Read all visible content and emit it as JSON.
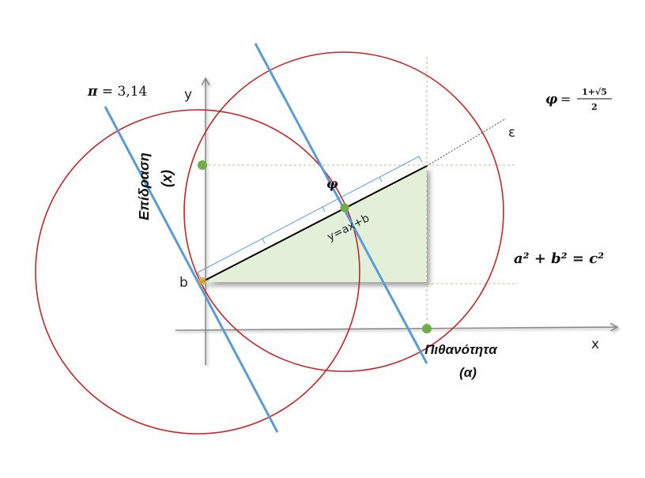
{
  "labels": {
    "y_axis": "y",
    "x_axis": "x",
    "epsilon": "ε",
    "b_point": "b",
    "phi_point": "φ",
    "line_eq": "y=ax+b"
  },
  "axis_titles": {
    "x_line1": "Πιθανότητα",
    "x_line2": "(α)",
    "y_line1": "Επίδραση",
    "y_line2": "(x)"
  },
  "formulas": {
    "pi_sym": "π",
    "pi_rest": " = 3,14",
    "phi_sym": "φ",
    "phi_eq": "=",
    "phi_num": "1+√5",
    "phi_den": "2",
    "pythagoras": "a² + b² = c²"
  },
  "colors": {
    "circle": "#c0262a",
    "blue_line": "#5b9bd5",
    "triangle_fill": "#e3f0d9",
    "point": "#70ad47",
    "guide": "#b5a47a"
  }
}
